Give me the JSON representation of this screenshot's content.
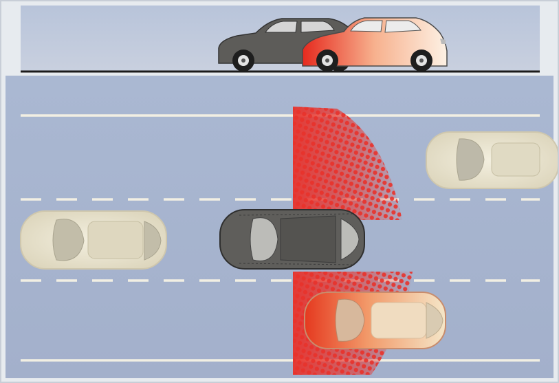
{
  "scene": {
    "type": "blind-spot-warning-illustration",
    "colors": {
      "frame": "#e7ebef",
      "road": "#a9b5cf",
      "road_dark": "#9fadc9",
      "lane_marking": "#f2efe3",
      "warning_red": "#e8322b",
      "dark_car": "#5f5e5b",
      "light_car": "#e8e3cf"
    },
    "side_view": {
      "cars": [
        {
          "name": "ego-car-side",
          "color": "dark"
        },
        {
          "name": "overtaking-car-side",
          "color": "red-gradient"
        }
      ]
    },
    "top_view": {
      "lanes": 3,
      "cars": [
        {
          "name": "left-car",
          "lane": 2,
          "color": "light"
        },
        {
          "name": "ego-car",
          "lane": 2,
          "color": "dark"
        },
        {
          "name": "upper-right-car",
          "lane": 1,
          "color": "light"
        },
        {
          "name": "blind-spot-car",
          "lane": 3,
          "color": "red-gradient"
        }
      ],
      "warning_zones": [
        {
          "name": "upper-blind-spot-zone",
          "lane": 1
        },
        {
          "name": "lower-blind-spot-zone",
          "lane": 3
        }
      ]
    }
  }
}
